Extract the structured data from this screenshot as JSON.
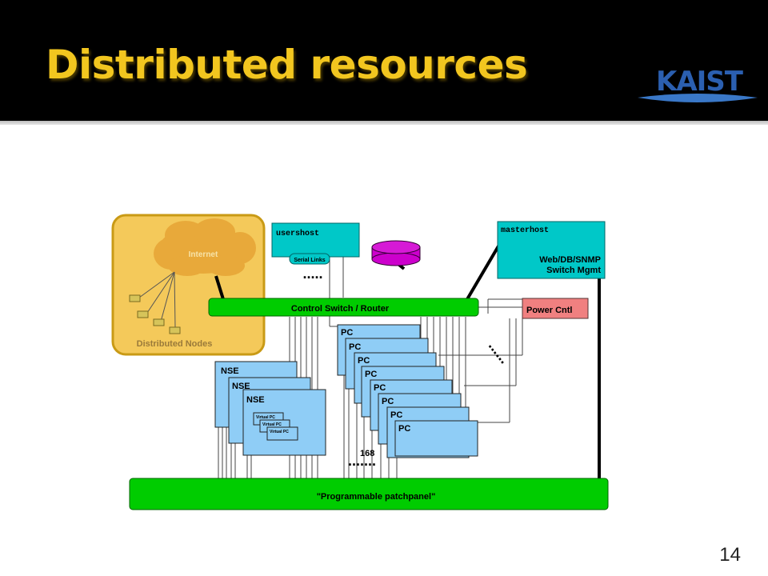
{
  "slide": {
    "title": "Distributed resources",
    "page_number": "14",
    "logo_text": "KAIST"
  },
  "diagram": {
    "internet_label": "Internet",
    "distributed_nodes_label": "Distributed Nodes",
    "usershost_label": "usershost",
    "serial_links_label": "Serial Links",
    "masterhost_label": "masterhost",
    "masterhost_sub1": "Web/DB/SNMP",
    "masterhost_sub2": "Switch Mgmt",
    "control_switch_label": "Control Switch / Router",
    "power_cntl_label": "Power Cntl",
    "nse_label": "NSE",
    "virtual_pc_label": "Virtual PC",
    "pc_label": "PC",
    "pc_count_label": "168",
    "patchpanel_label": "\"Programmable patchpanel\""
  },
  "colors": {
    "title_yellow": "#f2c61f",
    "cyan_host": "#00c8c8",
    "green_switch": "#00cc00",
    "blue_node": "#8fcdf6",
    "power_red": "#f08080",
    "storage_magenta": "#cc00cc",
    "internet_panel": "#f4c95a"
  }
}
